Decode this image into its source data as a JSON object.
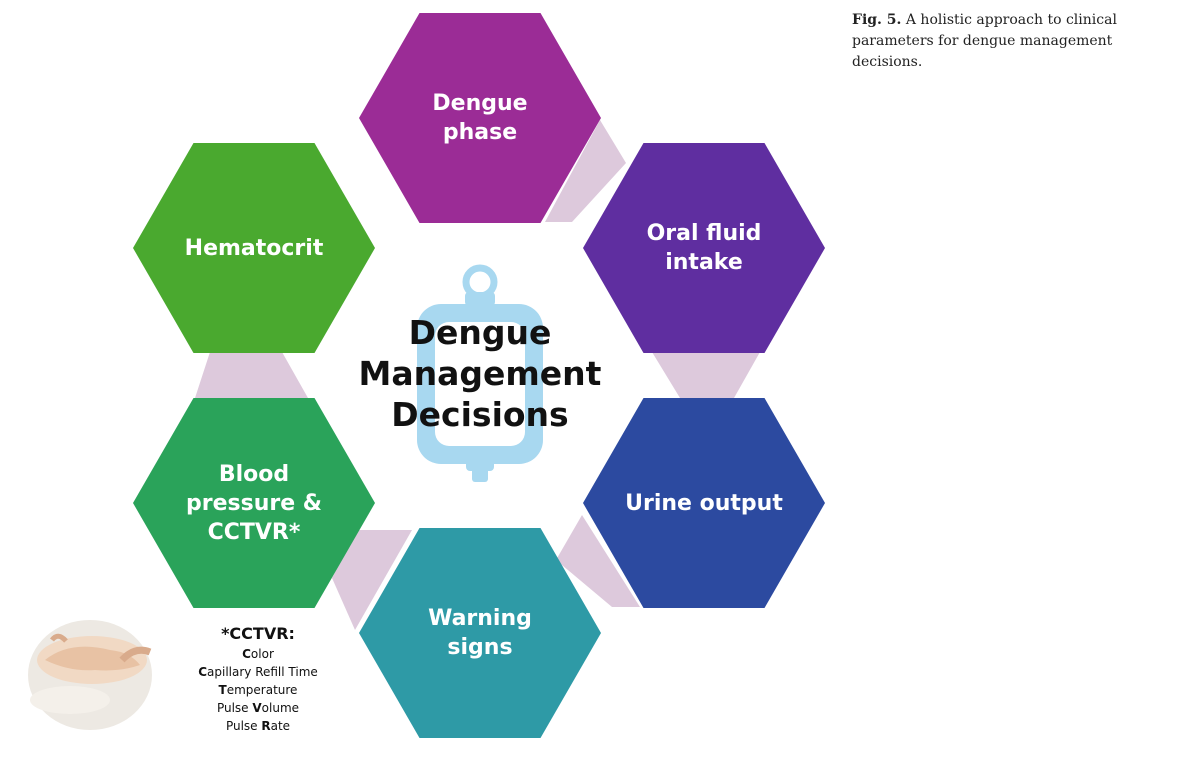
{
  "caption": {
    "fig_label": "Fig. 5.",
    "text": "A holistic approach to clinical parameters for dengue management decisions."
  },
  "center": {
    "line1": "Dengue",
    "line2": "Management",
    "line3": "Decisions"
  },
  "nodes": [
    {
      "id": "dengue-phase",
      "lines": [
        "Dengue",
        "phase"
      ],
      "color": "#9b2c96"
    },
    {
      "id": "oral-fluid-intake",
      "lines": [
        "Oral fluid",
        "intake"
      ],
      "color": "#5f2ea0"
    },
    {
      "id": "urine-output",
      "lines": [
        "Urine output"
      ],
      "color": "#2c4aa0"
    },
    {
      "id": "warning-signs",
      "lines": [
        "Warning",
        "signs"
      ],
      "color": "#2e9aa6"
    },
    {
      "id": "blood-pressure",
      "lines": [
        "Blood",
        "pressure &",
        "CCTVR*"
      ],
      "color": "#2aa35a"
    },
    {
      "id": "hematocrit",
      "lines": [
        "Hematocrit"
      ],
      "color": "#4aa92f"
    }
  ],
  "connector_color": "#ddc9dc",
  "iv_bag_color": "#a8d8f0",
  "legend": {
    "title": "*CCTVR:",
    "items": [
      {
        "bold": "C",
        "rest": "olor"
      },
      {
        "bold": "C",
        "rest": "apillary Refill Time"
      },
      {
        "bold": "T",
        "rest": "emperature"
      },
      {
        "pre": "Pulse ",
        "bold": "V",
        "rest": "olume"
      },
      {
        "pre": "Pulse ",
        "bold": "R",
        "rest": "ate"
      }
    ]
  }
}
